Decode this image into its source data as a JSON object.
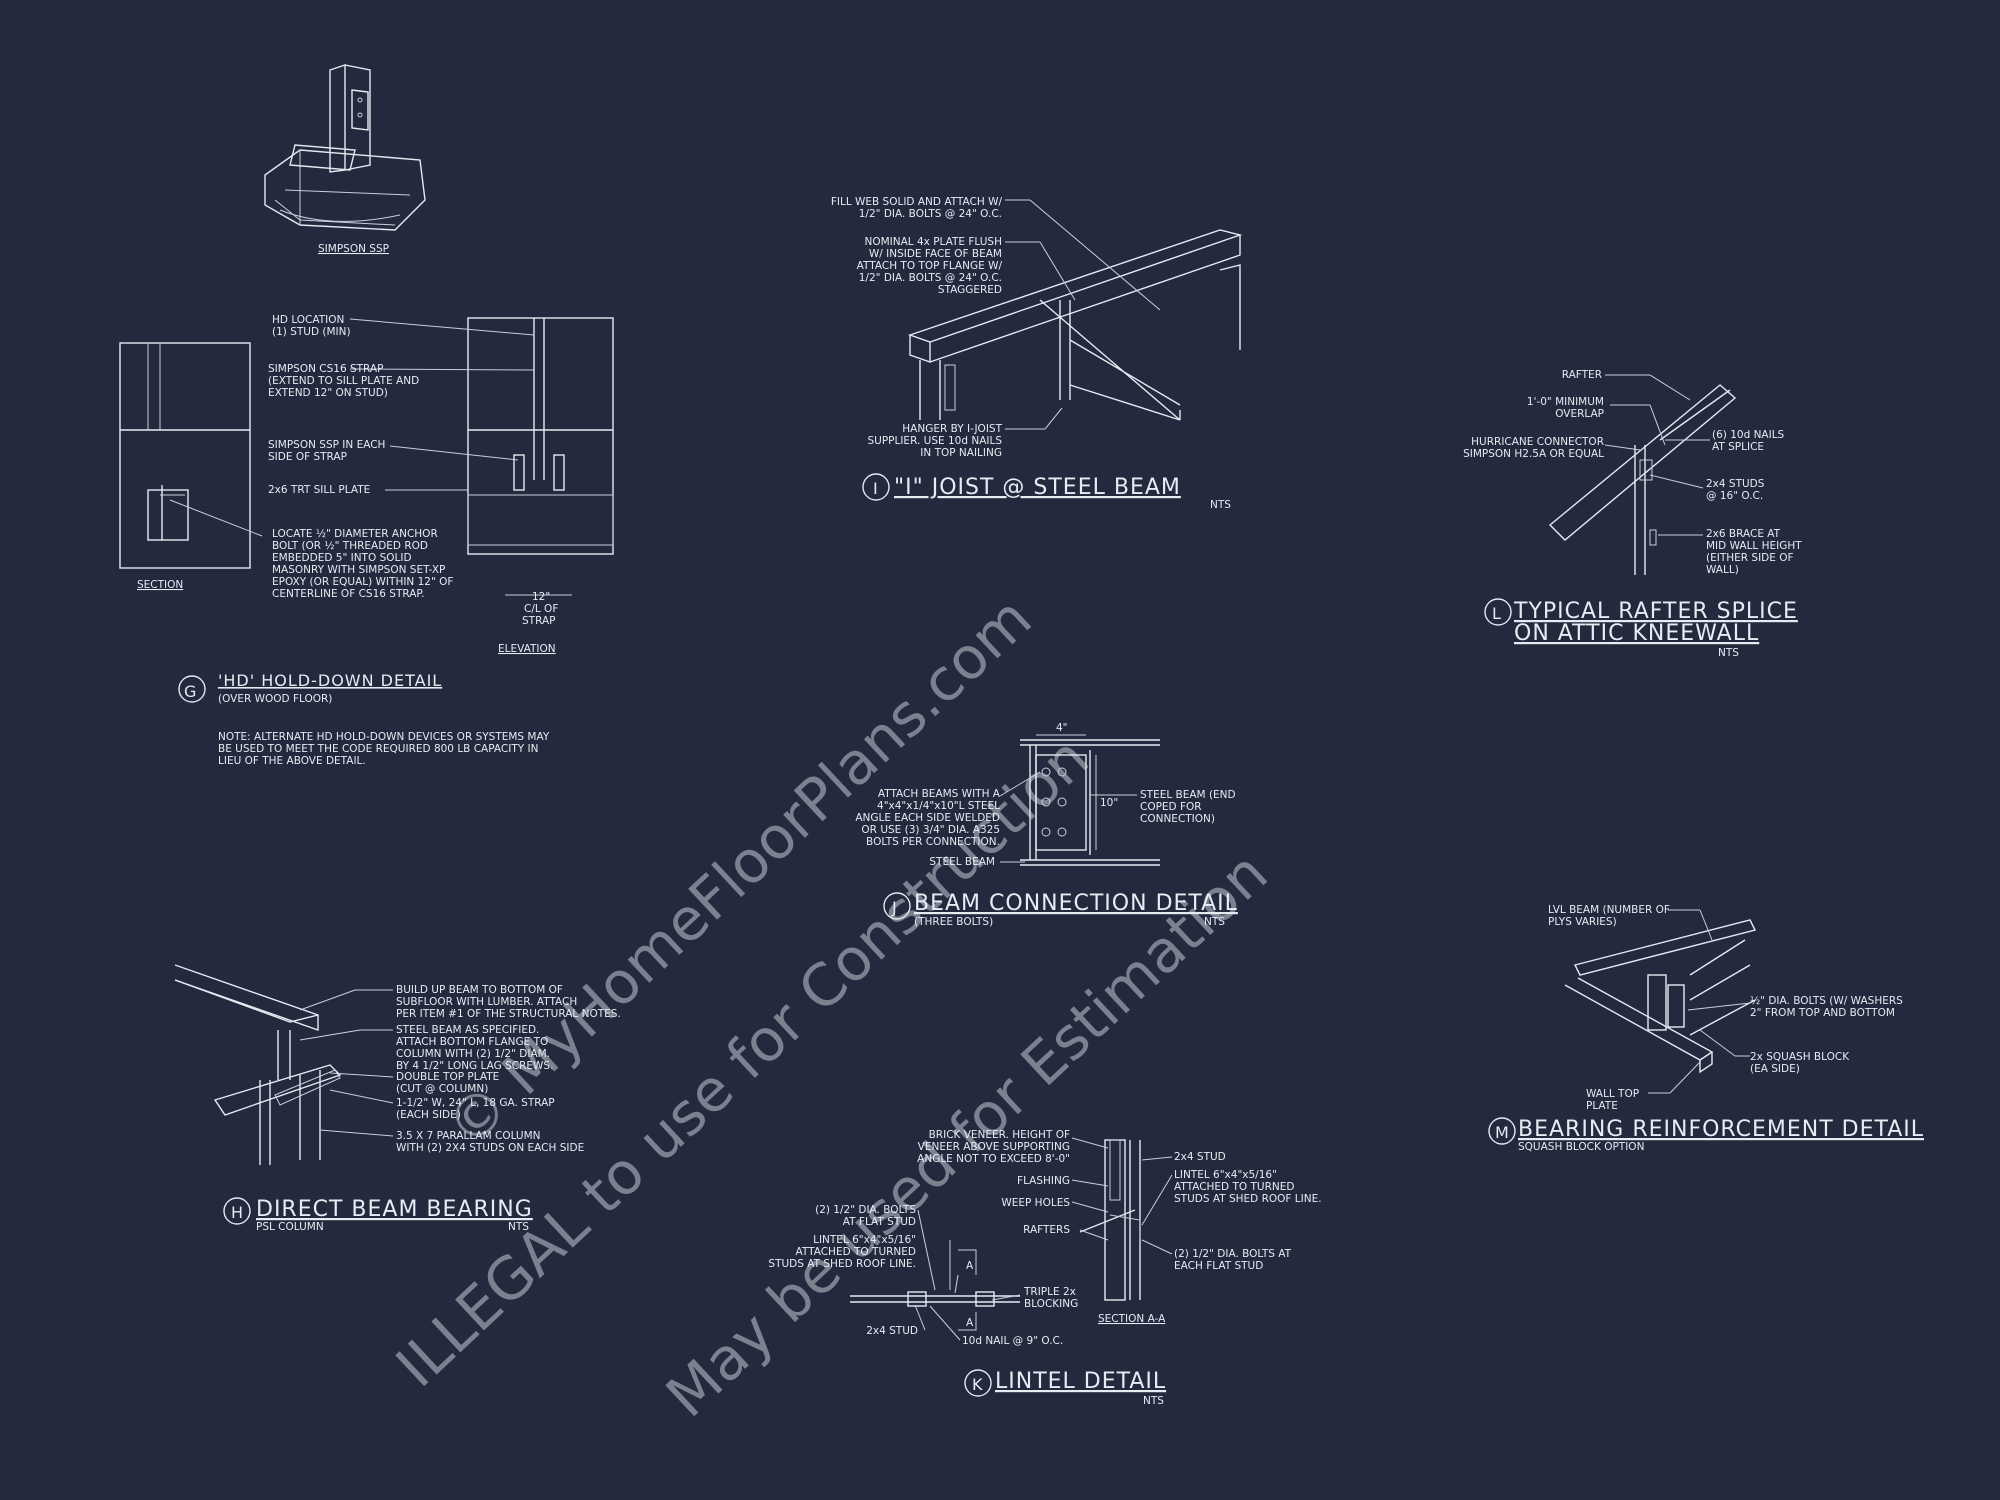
{
  "watermark": {
    "line1": "© MyHomeFloorPlans.com",
    "line2": "ILLEGAL to use for Construction",
    "line3": "May be used for Estimation"
  },
  "simpson_ssp": {
    "caption": "SIMPSON SSP"
  },
  "detail_G": {
    "bubble": "G",
    "title": "'HD' HOLD-DOWN DETAIL",
    "subtitle": "(OVER WOOD FLOOR)",
    "section_label": "SECTION",
    "elevation_label": "ELEVATION",
    "callouts": [
      [
        "HD LOCATION",
        "(1) STUD (MIN)"
      ],
      [
        "SIMPSON CS16 STRAP",
        "(EXTEND TO SILL PLATE AND",
        "EXTEND 12\" ON STUD)"
      ],
      [
        "SIMPSON SSP IN EACH",
        "SIDE OF STRAP"
      ],
      [
        "2x6 TRT SILL PLATE"
      ],
      [
        "LOCATE ½\" DIAMETER ANCHOR",
        "BOLT (OR ½\" THREADED ROD",
        "EMBEDDED 5\" INTO SOLID",
        "MASONRY WITH SIMPSON SET-XP",
        "EPOXY (OR EQUAL) WITHIN 12\" OF",
        "CENTERLINE OF CS16 STRAP."
      ]
    ],
    "dim": [
      "12\"",
      "C/L OF",
      "STRAP"
    ],
    "note": [
      "NOTE: ALTERNATE HD HOLD-DOWN DEVICES OR SYSTEMS MAY",
      "BE USED TO MEET THE CODE REQUIRED 800 LB CAPACITY IN",
      "LIEU OF THE ABOVE DETAIL."
    ]
  },
  "detail_I": {
    "bubble": "I",
    "title": "\"I\" JOIST @ STEEL BEAM",
    "nts": "NTS",
    "callouts": [
      [
        "FILL WEB SOLID AND ATTACH W/",
        "1/2\" DIA. BOLTS @ 24\" O.C."
      ],
      [
        "NOMINAL 4x  PLATE FLUSH",
        "W/ INSIDE FACE OF BEAM",
        "ATTACH TO TOP FLANGE W/",
        "1/2\" DIA. BOLTS @ 24\" O.C.",
        "STAGGERED"
      ],
      [
        "HANGER BY I-JOIST",
        "SUPPLIER.  USE 10d NAILS",
        "IN TOP NAILING"
      ]
    ]
  },
  "detail_L": {
    "bubble": "L",
    "title1": "TYPICAL RAFTER SPLICE",
    "title2": "ON ATTIC KNEEWALL",
    "nts": "NTS",
    "callouts": [
      [
        "RAFTER"
      ],
      [
        "1'-0\" MINIMUM",
        "OVERLAP"
      ],
      [
        "HURRICANE CONNECTOR",
        "SIMPSON H2.5A OR EQUAL"
      ],
      [
        "(6) 10d NAILS",
        "AT SPLICE"
      ],
      [
        "2x4 STUDS",
        "@ 16\" O.C."
      ],
      [
        "2x6 BRACE AT",
        "MID WALL HEIGHT",
        "(EITHER SIDE OF",
        "WALL)"
      ]
    ]
  },
  "detail_J": {
    "bubble": "J",
    "title": "BEAM CONNECTION DETAIL",
    "subtitle": "(THREE BOLTS)",
    "nts": "NTS",
    "dim_top": "4\"",
    "dim_side": "10\"",
    "callouts": [
      [
        "ATTACH BEAMS WITH A",
        "4\"x4\"x1/4\"x10\"L STEEL",
        "ANGLE EACH SIDE WELDED",
        "OR USE (3) 3/4\" DIA. A325",
        "BOLTS PER CONNECTION."
      ],
      [
        "STEEL BEAM (END",
        "COPED FOR",
        "CONNECTION)"
      ],
      [
        "STEEL BEAM"
      ]
    ]
  },
  "detail_H": {
    "bubble": "H",
    "title": "DIRECT BEAM BEARING",
    "subtitle": "PSL COLUMN",
    "nts": "NTS",
    "callouts": [
      [
        "BUILD UP BEAM TO BOTTOM OF",
        "SUBFLOOR WITH LUMBER.  ATTACH",
        "PER ITEM #1 OF THE STRUCTURAL NOTES."
      ],
      [
        "STEEL BEAM AS SPECIFIED.",
        "ATTACH BOTTOM FLANGE TO",
        "COLUMN WITH (2) 1/2\" DIAM.",
        "BY 4 1/2\" LONG LAG SCREWS."
      ],
      [
        "DOUBLE TOP PLATE",
        "(CUT @ COLUMN)"
      ],
      [
        "1-1/2\" W, 24\" L, 18 GA. STRAP",
        "(EACH SIDE)"
      ],
      [
        "3.5 X 7 PARALLAM COLUMN",
        "WITH (2) 2X4 STUDS ON EACH SIDE"
      ]
    ]
  },
  "detail_K": {
    "bubble": "K",
    "title": "LINTEL DETAIL",
    "nts": "NTS",
    "section_label": "SECTION A-A",
    "section_mark": "A",
    "callouts": [
      [
        "BRICK VENEER. HEIGHT OF",
        "VENEER ABOVE SUPPORTING",
        "ANGLE NOT TO EXCEED 8'-0\""
      ],
      [
        "FLASHING"
      ],
      [
        "WEEP HOLES"
      ],
      [
        "RAFTERS"
      ],
      [
        "2x4 STUD"
      ],
      [
        "LINTEL 6\"x4\"x5/16\"",
        "ATTACHED TO TURNED",
        "STUDS AT SHED ROOF LINE."
      ],
      [
        "(2) 1/2\" DIA. BOLTS AT",
        "EACH FLAT STUD"
      ],
      [
        "(2) 1/2\" DIA. BOLTS",
        "AT FLAT STUD"
      ],
      [
        "LINTEL 6\"x4\"x5/16\"",
        "ATTACHED TO TURNED",
        "STUDS AT SHED ROOF LINE."
      ],
      [
        "TRIPLE 2x",
        "BLOCKING"
      ],
      [
        "2x4 STUD"
      ],
      [
        "10d NAIL @ 9\" O.C."
      ]
    ]
  },
  "detail_M": {
    "bubble": "M",
    "title": "BEARING REINFORCEMENT DETAIL",
    "subtitle": "SQUASH BLOCK OPTION",
    "callouts": [
      [
        "LVL BEAM (NUMBER OF",
        "PLYS VARIES)"
      ],
      [
        "½\" DIA. BOLTS (W/ WASHERS",
        "2\" FROM TOP AND BOTTOM"
      ],
      [
        "2x SQUASH BLOCK",
        "(EA SIDE)"
      ],
      [
        "WALL TOP",
        "PLATE"
      ]
    ]
  }
}
